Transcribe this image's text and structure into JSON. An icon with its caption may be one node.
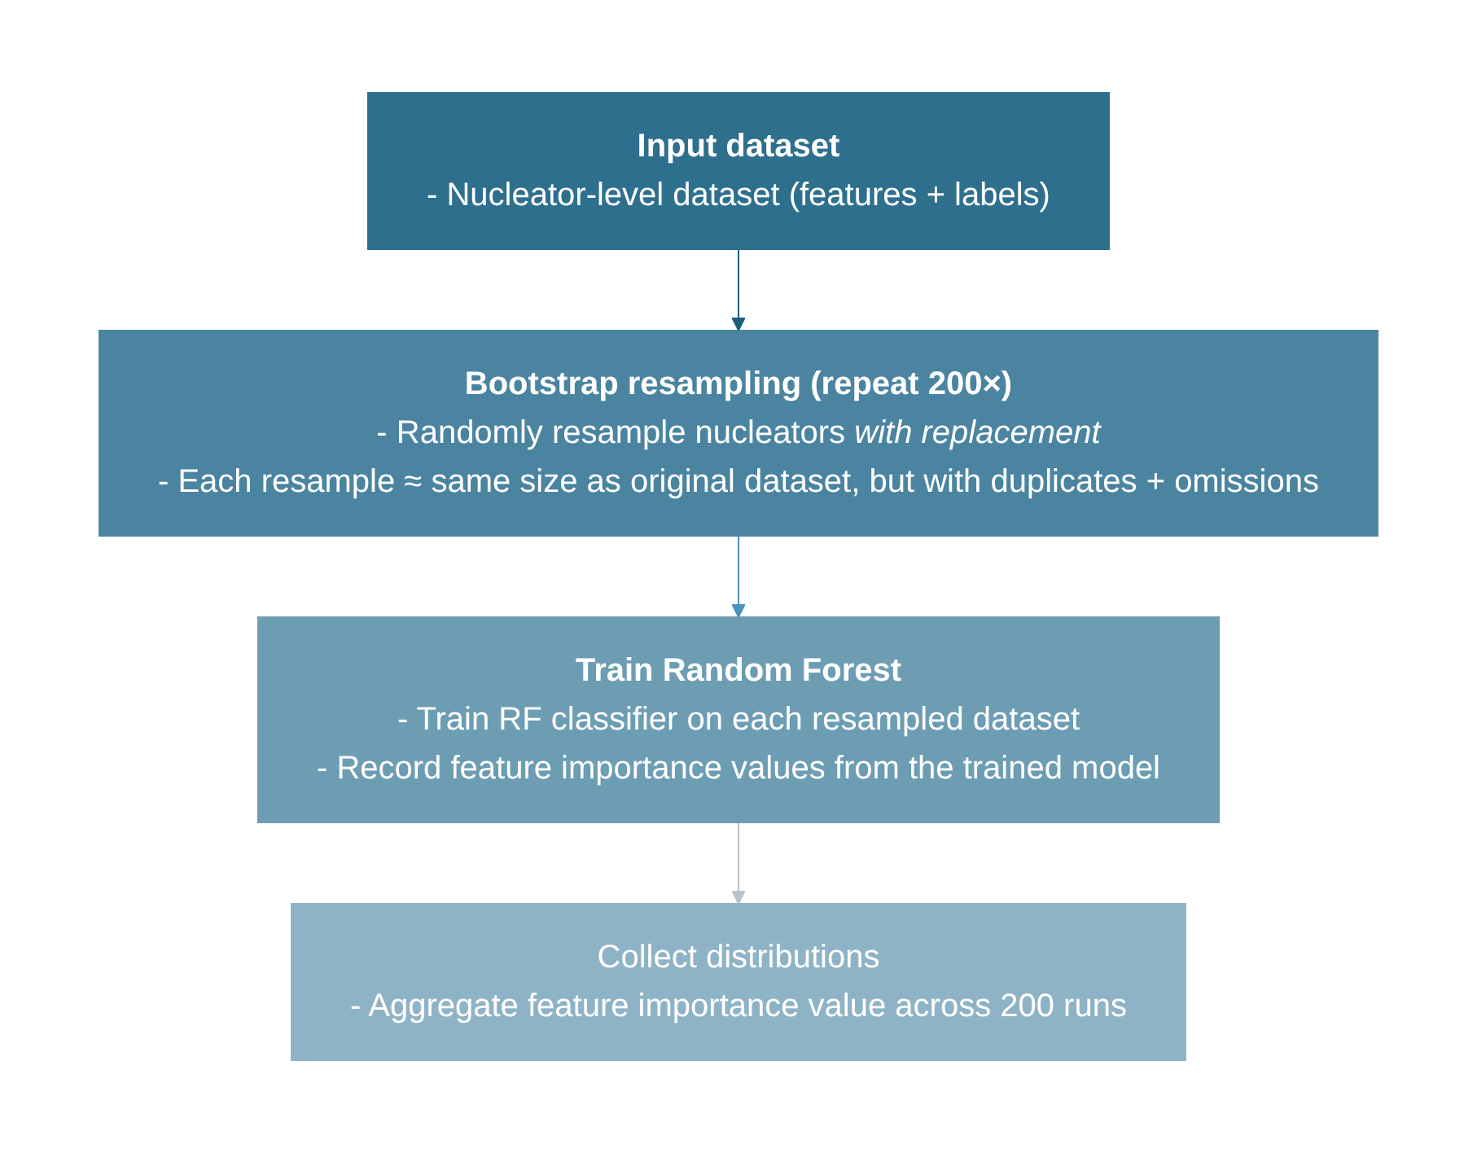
{
  "diagram": {
    "nodes": [
      {
        "text": [
          "Input dataset",
          "- Nucleator-level dataset (features + labels)"
        ]
      },
      {
        "text": [
          "Bootstrap resampling (repeat 200×)",
          "- Randomly resample nucleators *with replacement*",
          "- Each resample ≈ same size as original dataset, but with duplicates + omissions"
        ]
      },
      {
        "text": [
          "Train Random Forest",
          "- Train RF classifier on each resampled dataset",
          "- Record feature importance values from the trained model"
        ]
      },
      {
        "text": [
          "Collect distributions",
          "- Aggregate feature importance value across 200 runs"
        ]
      }
    ],
    "edges": [
      {
        "from": 0,
        "to": 1,
        "arrow": "to",
        "color": "#1f5f7a"
      },
      {
        "from": 1,
        "to": 2,
        "arrow": "to",
        "color": "#4a90c0"
      },
      {
        "from": 2,
        "to": 3,
        "arrow": "to",
        "color": "#b8c4cc"
      }
    ]
  }
}
